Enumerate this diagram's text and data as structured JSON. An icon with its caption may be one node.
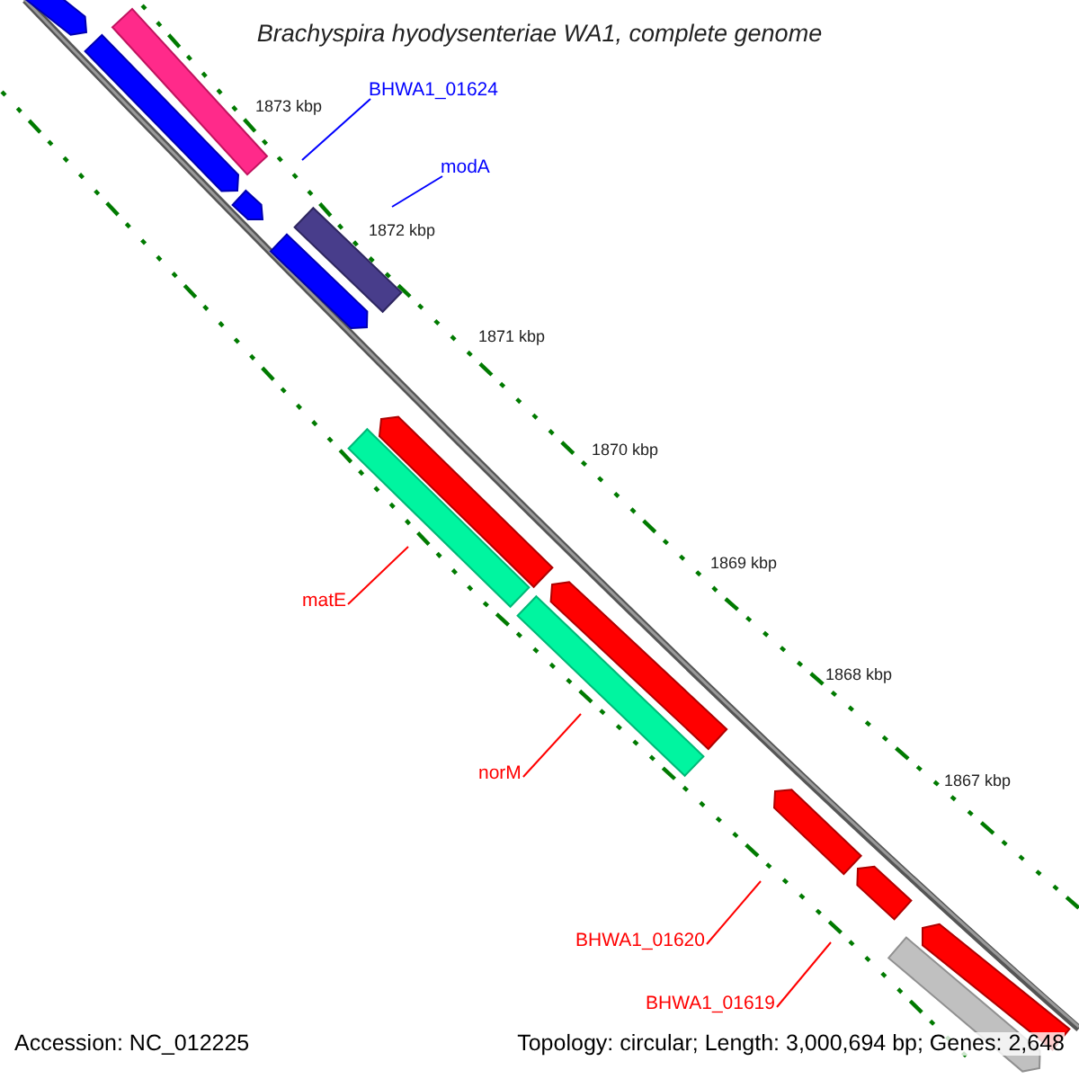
{
  "diagram": {
    "title": "Brachyspira hyodysenteriae WA1, complete genome",
    "nodes": [
      {
        "text": [
          "BHWA1_01624"
        ]
      },
      {
        "text": [
          "modA"
        ]
      },
      {
        "text": [
          "matE"
        ]
      },
      {
        "text": [
          "norM"
        ]
      },
      {
        "text": [
          "BHWA1_01620"
        ]
      },
      {
        "text": [
          "BHWA1_01619"
        ]
      }
    ],
    "edges": [
      {
        "from": 0,
        "to": null,
        "arrow": "none",
        "color": "#0000ff"
      },
      {
        "from": 1,
        "to": null,
        "arrow": "none",
        "color": "#0000ff"
      },
      {
        "from": 2,
        "to": null,
        "arrow": "none"
      },
      {
        "from": 3,
        "to": null,
        "arrow": "none"
      },
      {
        "from": 4,
        "to": null,
        "arrow": "none"
      },
      {
        "from": 5,
        "to": null,
        "arrow": "none"
      }
    ],
    "labels": [
      "1873 kbp",
      "1872 kbp",
      "1871 kbp",
      "1870 kbp",
      "1869 kbp",
      "1868 kbp",
      "1867 kbp",
      "Accession: NC_012225",
      "Topology: circular; Length: 3,000,694 bp; Genes: 2,648"
    ]
  }
}
